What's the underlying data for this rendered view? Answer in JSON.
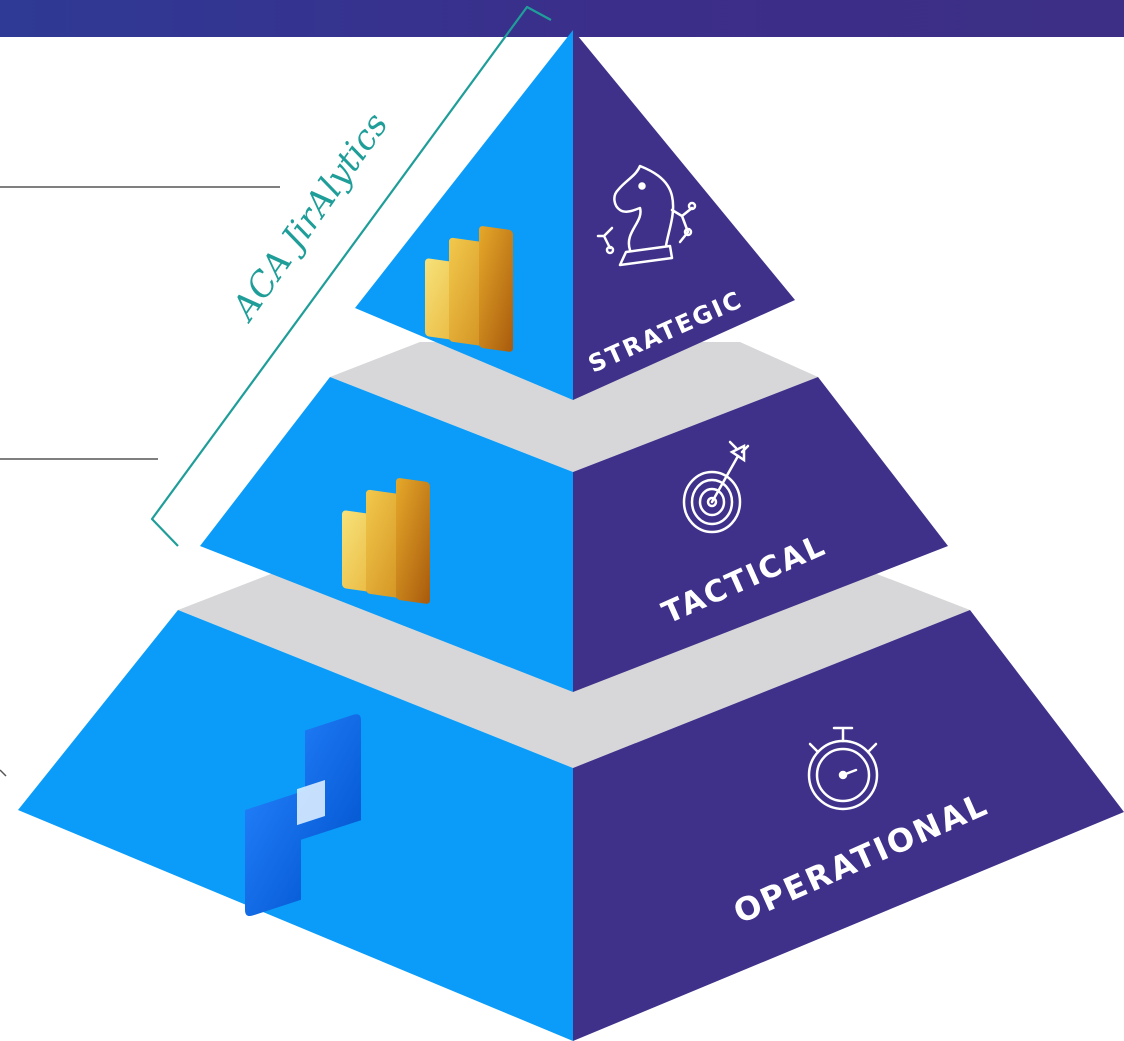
{
  "colors": {
    "header": "#3b2e8a",
    "left_face": "#0a9cf8",
    "right_face": "#3f318a",
    "band": "#d7d7d9",
    "bracket": "#1f9e99",
    "rule_line": "#555555"
  },
  "bracket_label": "ACA JirAlytics",
  "levels": [
    {
      "label": "STRATEGIC",
      "icon": "chess-knight-icon",
      "app_icon": "power-bi-icon"
    },
    {
      "label": "TACTICAL",
      "icon": "target-icon",
      "app_icon": "power-bi-icon"
    },
    {
      "label": "OPERATIONAL",
      "icon": "stopwatch-icon",
      "app_icon": "jira-icon"
    }
  ]
}
